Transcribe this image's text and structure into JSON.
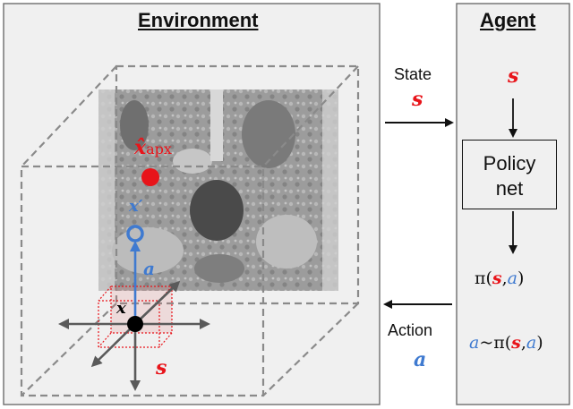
{
  "environment": {
    "title": "Environment"
  },
  "agent": {
    "title": "Agent",
    "policy_box_label": "Policy\nnet"
  },
  "state_arrow": {
    "label": "State",
    "symbol": "s"
  },
  "action_arrow": {
    "label": "Action",
    "symbol": "a"
  },
  "agent_flow": {
    "state_symbol": "s",
    "policy_prefix": "π(",
    "policy_comma": ",",
    "policy_action": "a",
    "policy_suffix": ")",
    "sample_action": "a",
    "sample_tilde": "~π(",
    "sample_comma": ",",
    "sample_suffix": ")"
  },
  "volume_labels": {
    "apex_hat": "x̂",
    "apex_sub": "apx",
    "x_prime": "x′",
    "action": "a",
    "position": "x",
    "state": "s"
  },
  "colors": {
    "state_red": "#e8141a",
    "action_blue": "#3f7ad0",
    "dashed_gray": "#8a8a8a",
    "axis_gray": "#5a5a5a"
  }
}
